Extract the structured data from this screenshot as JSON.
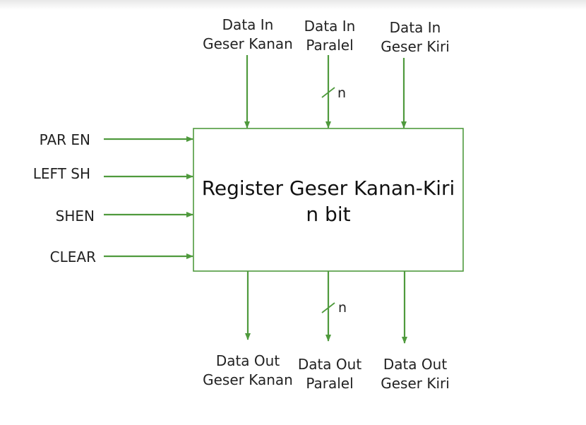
{
  "colors": {
    "line": "#4f9a3d",
    "text": "#222222",
    "background": "#ffffff"
  },
  "register": {
    "title_line1": "Register Geser Kanan-Kiri",
    "title_line2": "n bit"
  },
  "inputs": {
    "right_shift": {
      "line1": "Data In",
      "line2": "Geser Kanan"
    },
    "parallel": {
      "line1": "Data In",
      "line2": "Paralel",
      "bus_width": "n"
    },
    "left_shift": {
      "line1": "Data In",
      "line2": "Geser Kiri"
    }
  },
  "outputs": {
    "right_shift": {
      "line1": "Data Out",
      "line2": "Geser Kanan"
    },
    "parallel": {
      "line1": "Data Out",
      "line2": "Paralel",
      "bus_width": "n"
    },
    "left_shift": {
      "line1": "Data Out",
      "line2": "Geser Kiri"
    }
  },
  "controls": [
    "PAR EN",
    "LEFT SH",
    "SHEN",
    "CLEAR"
  ]
}
